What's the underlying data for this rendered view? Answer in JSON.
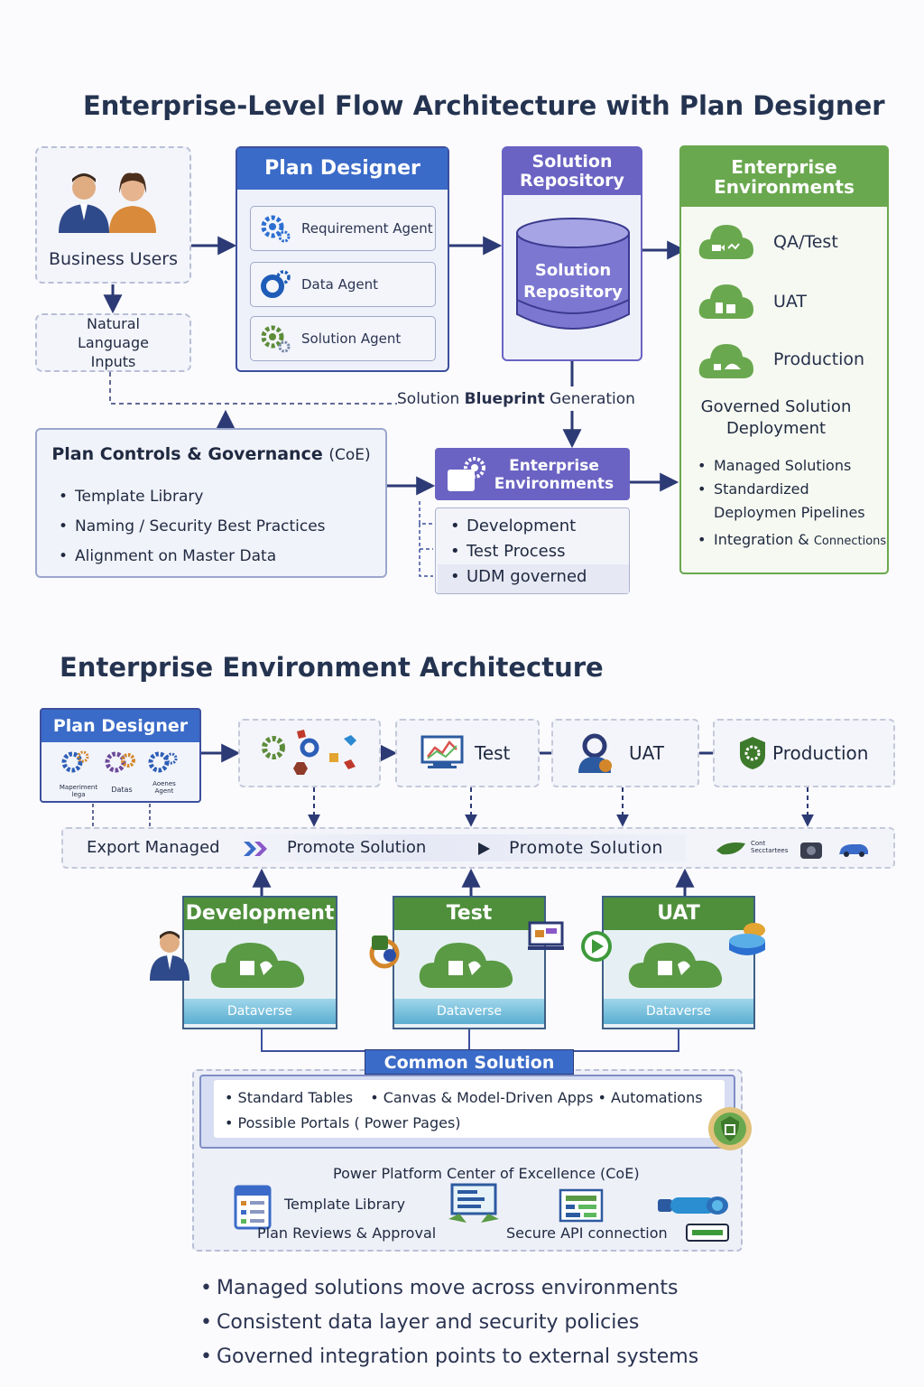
{
  "section1": {
    "title": "Enterprise-Level Flow Architecture with Plan Designer",
    "business_users": "Business Users",
    "natural_language": "Natural Language Inputs",
    "plan_designer": {
      "title": "Plan Designer",
      "agents": [
        "Requirement Agent",
        "Data Agent",
        "Solution Agent"
      ]
    },
    "solution_repo": {
      "title": "Solution Repository",
      "db_label": "Solution Repository"
    },
    "enterprise_env": {
      "title": "Enterprise Environments",
      "envs": [
        "QA/Test",
        "UAT",
        "Production"
      ],
      "deploy_title": "Governed Solution Deployment",
      "bullets": [
        "Managed Solutions",
        "Standardized Deploymen Pipelines",
        "Integration &"
      ],
      "connections_suffix": "Connections"
    },
    "blueprint": {
      "pre": "Solution ",
      "bold": "Blueprint",
      "post": " Generation"
    },
    "plan_controls": {
      "title": "Plan Controls & Governance",
      "title_suffix": "(CoE)",
      "bullets": [
        "Template Library",
        "Naming / Security Best Practices",
        "Alignment on Master Data"
      ]
    },
    "env_mid": {
      "title": "Enterprise Environments",
      "bullets": [
        "Development",
        "Test Process",
        "UDM governed"
      ]
    }
  },
  "section2": {
    "title": "Enterprise Environment Architecture",
    "plan_designer": {
      "title": "Plan Designer",
      "sublabels": [
        "Maperiment lega",
        "Datas",
        "Aoenes Agent"
      ]
    },
    "stages": [
      "Test",
      "UAT",
      "Production"
    ],
    "bar": {
      "export": "Export Managed",
      "promote1": "Promote Solution",
      "promote2": "Promote Solution",
      "tiny": "Cont Secctartees"
    },
    "envs": [
      {
        "name": "Development",
        "dv": "Dataverse"
      },
      {
        "name": "Test",
        "dv": "Dataverse"
      },
      {
        "name": "UAT",
        "dv": "Dataverse"
      }
    ],
    "common": {
      "title": "Common Solution",
      "items": [
        "Standard Tables",
        "Canvas & Model-Driven Apps",
        "Automations"
      ],
      "portals": "Possible Portals ( Power Pages)",
      "coe": "Power Platform Center of Excellence (CoE)",
      "template_library": "Template Library",
      "plan_reviews": "Plan Reviews & Approval",
      "secure_api": "Secure API connection"
    },
    "bottom_bullets": [
      "Managed solutions move across environments",
      "Consistent data layer and security policies",
      "Governed integration points to external systems"
    ]
  },
  "colors": {
    "navy": "#3c4f9e",
    "blue_header": "#3b6bc8",
    "purple_header": "#6a63c3",
    "green_header": "#6aa84f",
    "env_green": "#4f8f3c",
    "arrow": "#2c3a75"
  },
  "icons": [
    "user-icon",
    "gear-icon",
    "cloud-icon",
    "database-icon",
    "monitor-icon",
    "shield-icon",
    "document-icon"
  ]
}
